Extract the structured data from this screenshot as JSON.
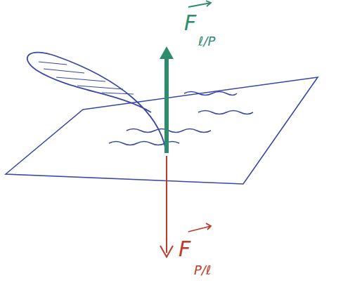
{
  "diagram": {
    "labels": [
      "F",
      "ℓ/P",
      "F",
      "P/ℓ"
    ]
  }
}
